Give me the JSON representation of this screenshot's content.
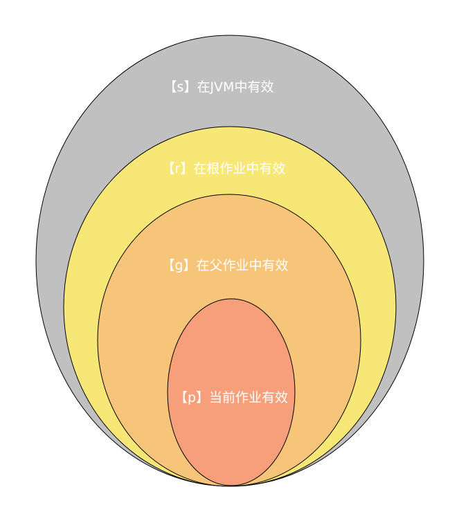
{
  "scopes": [
    {
      "key": "s",
      "label": "【s】在JVM中有效",
      "color": "#c0c0c0"
    },
    {
      "key": "r",
      "label": "【r】在根作业中有效",
      "color": "#f7e776"
    },
    {
      "key": "g",
      "label": "【g】在父作业中有效",
      "color": "#f6c57a"
    },
    {
      "key": "p",
      "label": "【p】当前作业有效",
      "color": "#f79f7a"
    }
  ]
}
